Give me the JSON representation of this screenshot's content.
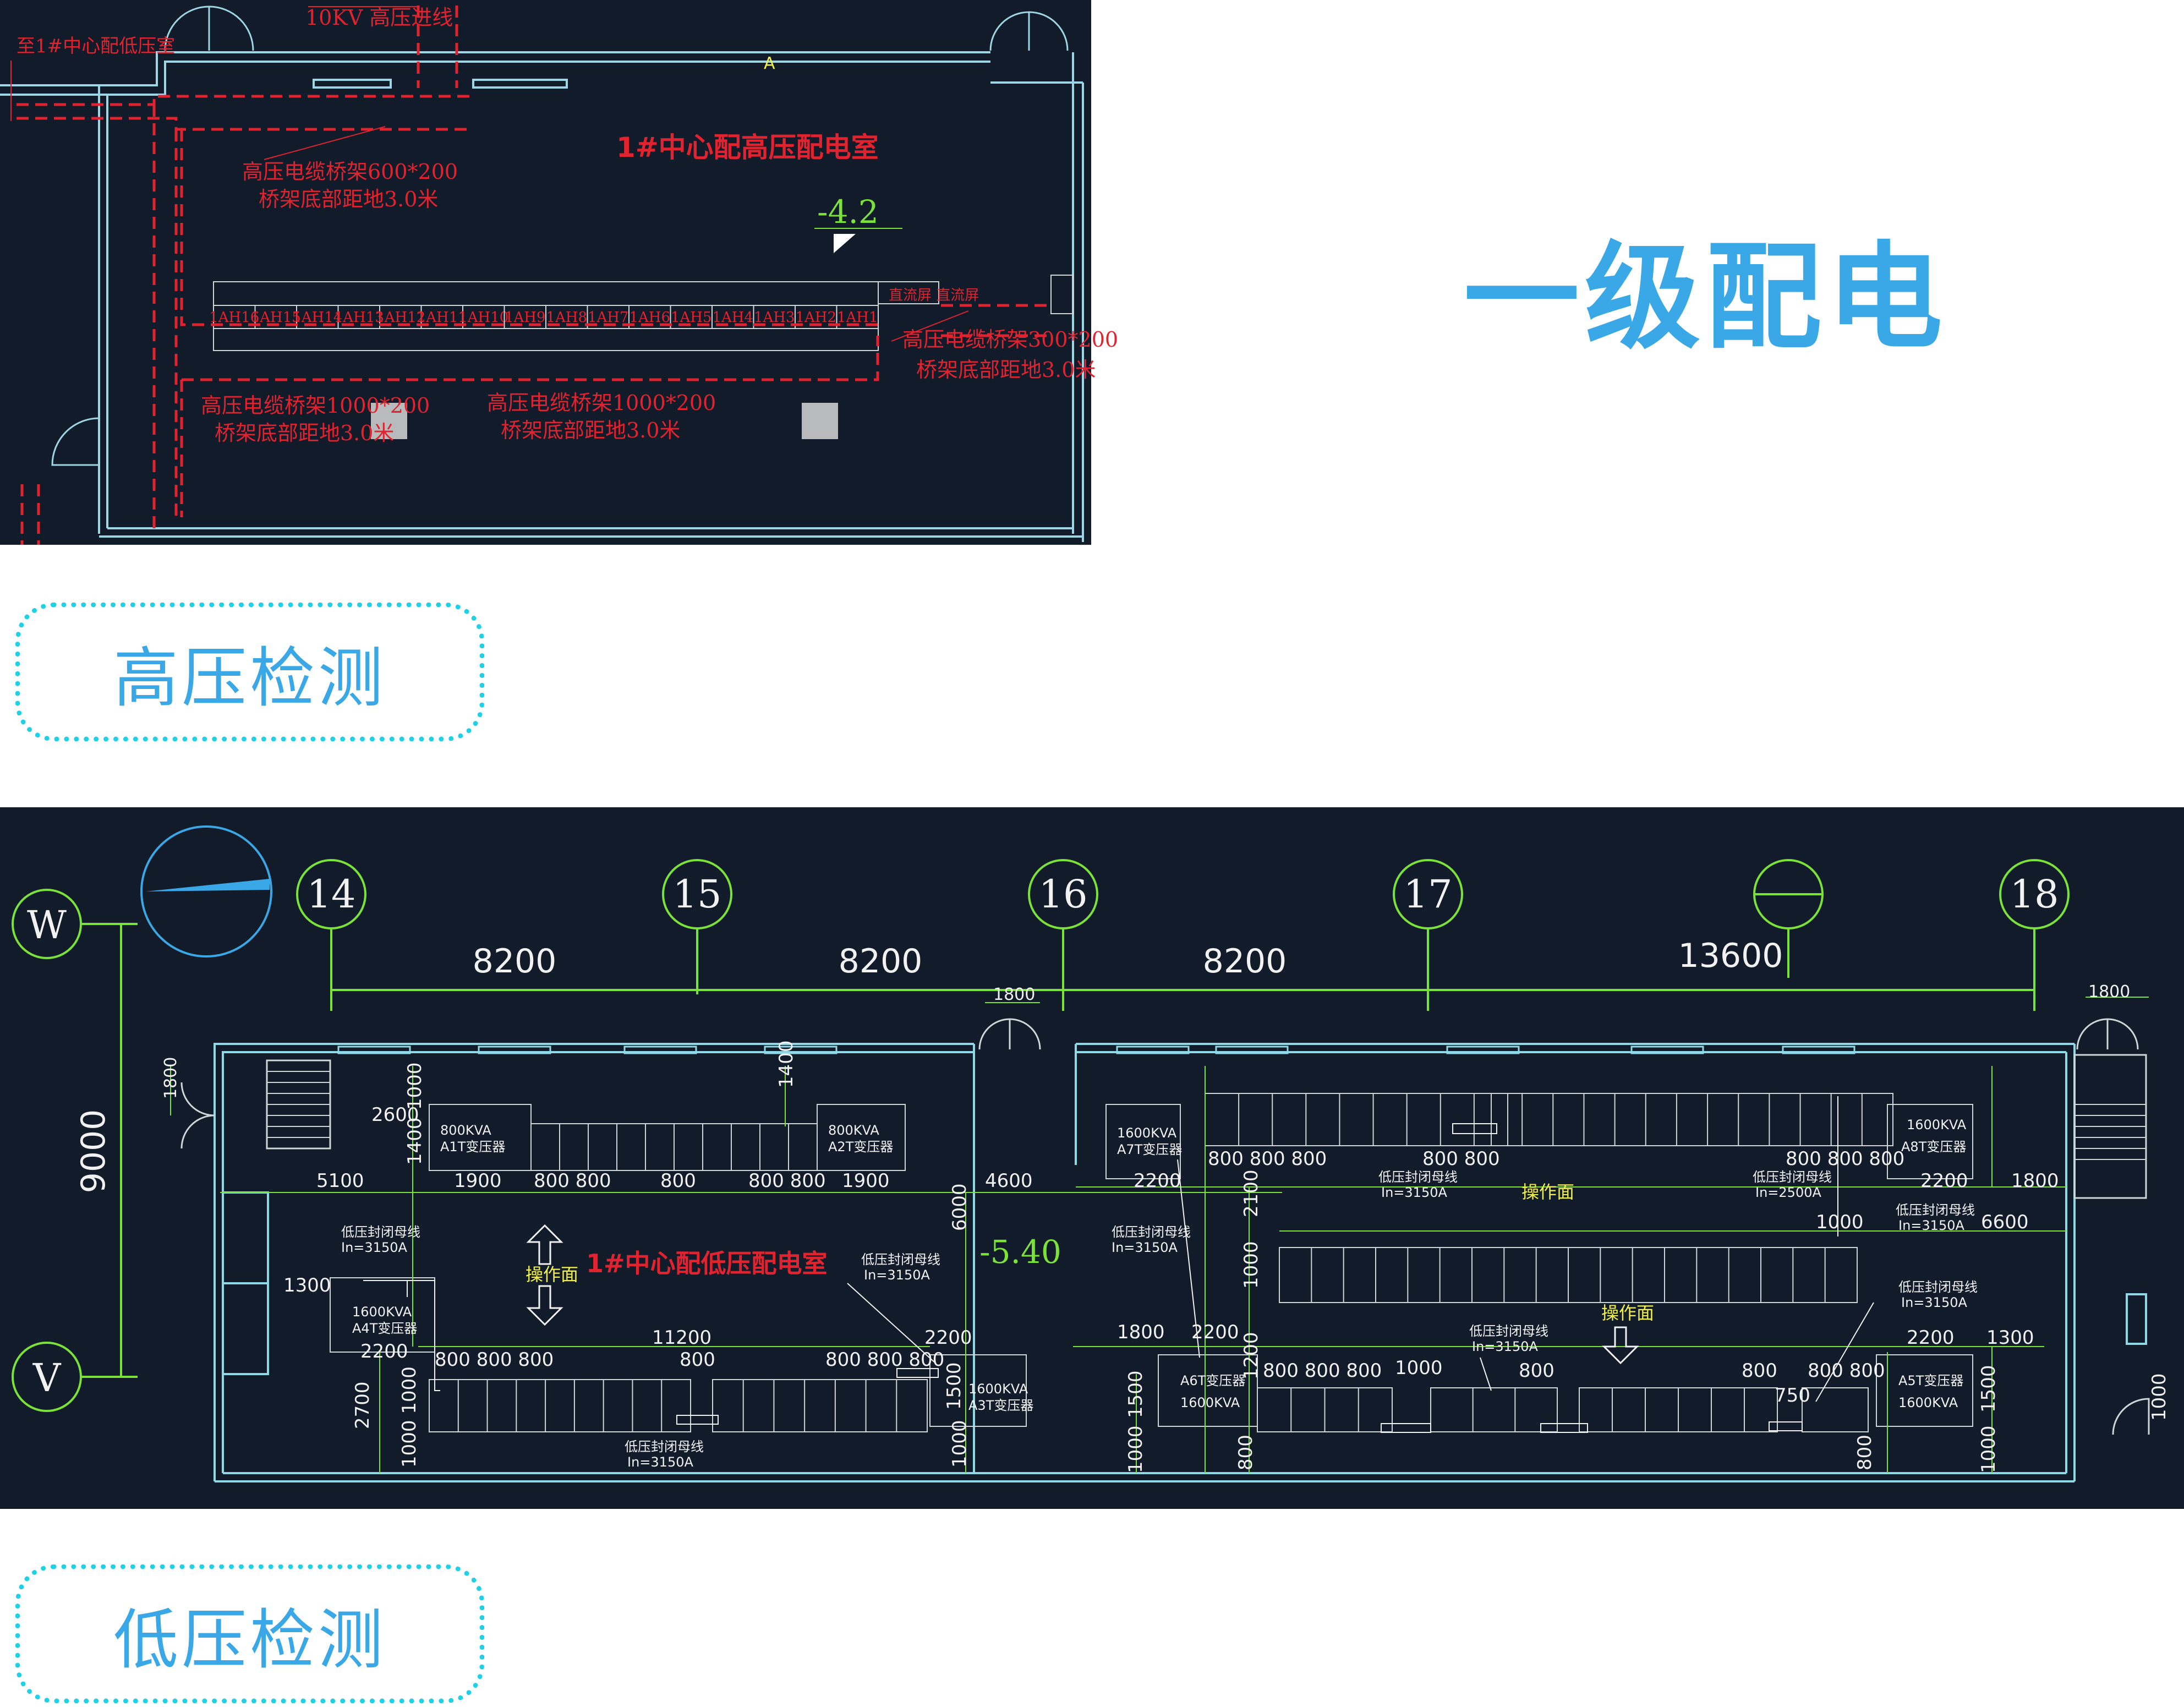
{
  "page": {
    "title": "一级配电"
  },
  "hv": {
    "label": "高压检测",
    "room_title": "1#中心配高压配电室",
    "incoming": "10KV 高压进线",
    "to_lv": "至1#中心配低压室",
    "marker_a": "A",
    "level": "-4.2",
    "tray1_a": "高压电缆桥架600*200",
    "tray1_b": "桥架底部距地3.0米",
    "tray2_a": "高压电缆桥架300*200",
    "tray2_b": "桥架底部距地3.0米",
    "tray3_a": "高压电缆桥架1000*200",
    "tray3_b": "桥架底部距地3.0米",
    "tray4_a": "高压电缆桥架1000*200",
    "tray4_b": "桥架底部距地3.0米",
    "dc_screen": "直流屏 直流屏",
    "cabinets": [
      "1AH16",
      "1AH15",
      "1AH14",
      "1AH13",
      "1AH12",
      "1AH11",
      "1AH10",
      "1AH9",
      "1AH8",
      "1AH7",
      "1AH6",
      "1AH5",
      "1AH4",
      "1AH3",
      "1AH2",
      "1AH1"
    ]
  },
  "lv": {
    "label": "低压检测",
    "room_title": "1#中心配低压配电室",
    "level": "-5.40",
    "axes_top": [
      "14",
      "15",
      "16",
      "17",
      "18"
    ],
    "axes_side": [
      "W",
      "V"
    ],
    "spans": [
      "8200",
      "8200",
      "8200",
      "13600"
    ],
    "side_span": "9000",
    "dims": {
      "d1800a": "1800",
      "d1800b": "1800",
      "d1800c": "1800",
      "d1800d": "1800",
      "d1800e": "1800",
      "d2600": "2600",
      "d1400a": "1400",
      "d1400b": "1400",
      "d1000a": "1000",
      "d5100": "5100",
      "d1900a": "1900",
      "d800x2a": "800 800",
      "d800a": "800",
      "d800x2b": "800 800",
      "d1900b": "1900",
      "d6000": "6000",
      "d4600": "4600",
      "d1300a": "1300",
      "d11200": "11200",
      "d2200a": "2200",
      "d800x3a": "800 800 800",
      "d800b": "800",
      "d800x3b": "800 800 800",
      "d2200b": "2200",
      "d2700": "2700",
      "d1000x2": "1000 1000",
      "d1500a": "1500",
      "d1000b": "1000",
      "d2200c": "2200",
      "d800x3c": "800 800 800",
      "d800x2c": "800 800",
      "d2100": "2100",
      "d800x3d": "800 800 800",
      "d2200d": "2200",
      "d1000c": "1000",
      "d6600": "6600",
      "d1000d": "1000",
      "d2200e": "2200",
      "d1200": "1200",
      "d800x3e": "800 800 800",
      "d1000e": "1000",
      "d800c": "800",
      "d800d": "800",
      "d800x2d": "800 800",
      "d750": "750",
      "d2200f": "2200",
      "d1300b": "1300",
      "d1500b": "1500",
      "d1500c": "1500",
      "d800e": "800",
      "d1000f": "1000",
      "d1000g": "1000",
      "d1000h": "1000",
      "d800f": "800"
    },
    "transformers": {
      "a1": [
        "800KVA",
        "A1T变压器"
      ],
      "a2": [
        "800KVA",
        "A2T变压器"
      ],
      "a4": [
        "1600KVA",
        "A4T变压器"
      ],
      "a3": [
        "1600KVA",
        "A3T变压器"
      ],
      "a7": [
        "1600KVA",
        "A7T变压器"
      ],
      "a8": [
        "1600KVA",
        "A8T变压器"
      ],
      "a6": [
        "A6T变压器",
        "1600KVA"
      ],
      "a5": [
        "A5T变压器",
        "1600KVA"
      ]
    },
    "busways": {
      "b1": [
        "低压封闭母线",
        "In=3150A"
      ],
      "b2": [
        "低压封闭母线",
        "In=3150A"
      ],
      "b3": [
        "低压封闭母线",
        "In=3150A"
      ],
      "b4": [
        "低压封闭母线",
        "In=3150A"
      ],
      "b5": [
        "低压封闭母线",
        "In=3150A"
      ],
      "b6": [
        "低压封闭母线",
        "In=2500A"
      ],
      "b7": [
        "低压封闭母线",
        "In=3150A"
      ],
      "b8": [
        "低压封闭母线",
        "In=3150A"
      ],
      "b9": [
        "低压封闭母线",
        "In=3150A"
      ]
    },
    "op_face": "操作面",
    "op_face2": "操作面",
    "op_face3": "操作面"
  },
  "colors": {
    "background": "#121b29",
    "title": "#3aa8e6",
    "pill_border": "#1fd0e6",
    "cad_red": "#e0232f",
    "cad_green": "#7be23a",
    "cad_yellow": "#f2f04a",
    "cad_white": "#f2f2f2",
    "cad_cyan": "#8fd8e6"
  }
}
